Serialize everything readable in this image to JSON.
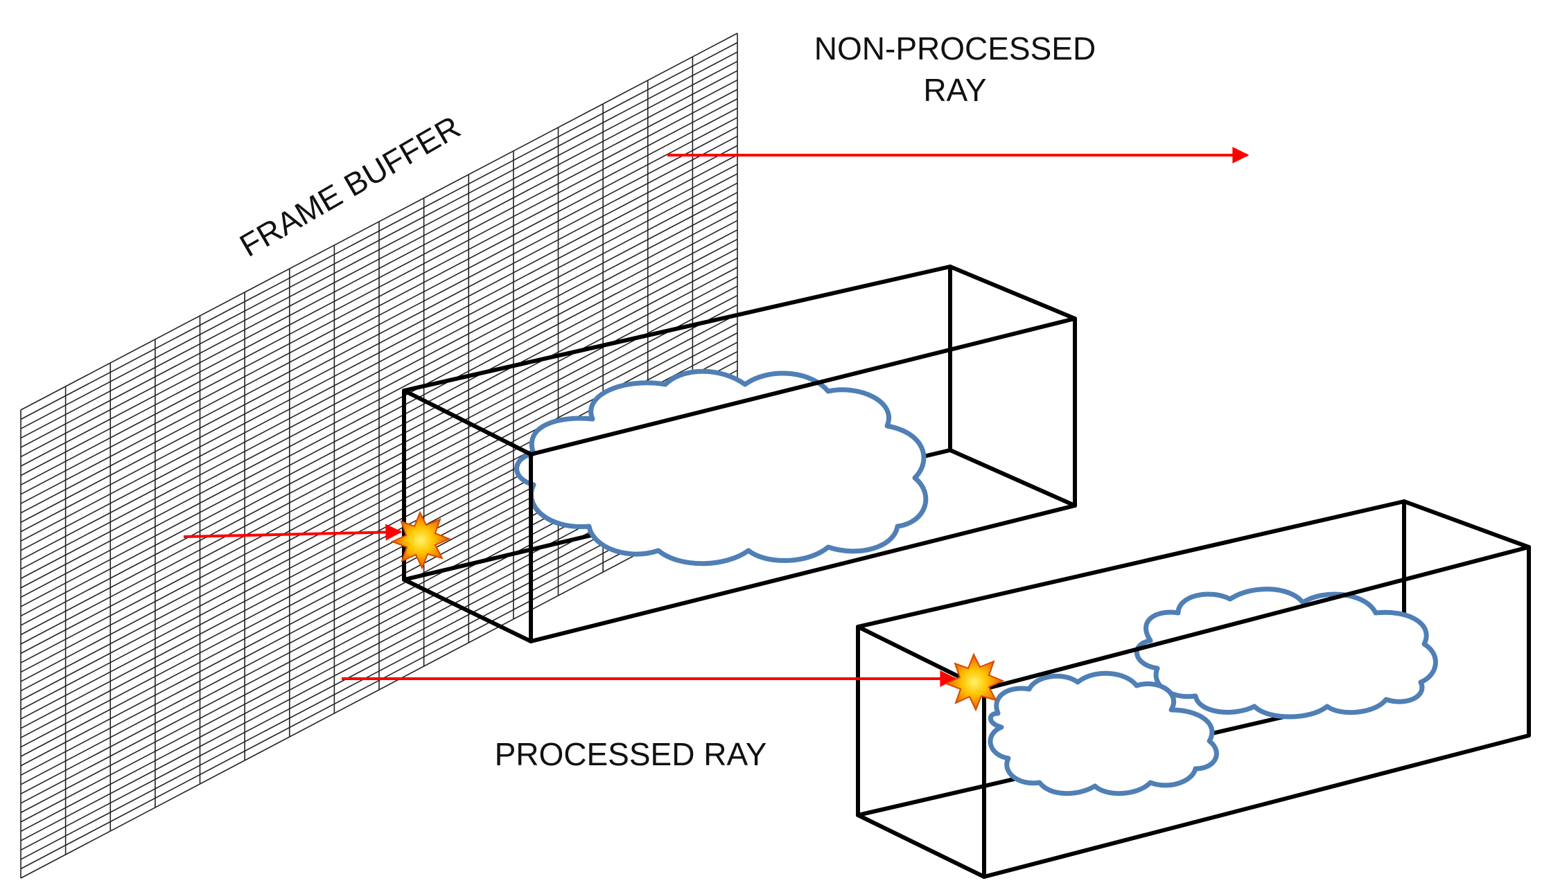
{
  "labels": {
    "frame_buffer": "FRAME BUFFER",
    "non_processed_ray_line1": "NON-PROCESSED",
    "non_processed_ray_line2": "RAY",
    "processed_ray": "PROCESSED RAY"
  },
  "colors": {
    "ray": "#ff0000",
    "cloud_outline": "#4f7fb5",
    "box_edge": "#000000",
    "grid": "#222222",
    "burst_outer": "#e85a00",
    "burst_inner": "#ffd000"
  },
  "icons": {
    "hit_marker": "explosion-burst-icon",
    "ray_head": "arrowhead-icon"
  }
}
